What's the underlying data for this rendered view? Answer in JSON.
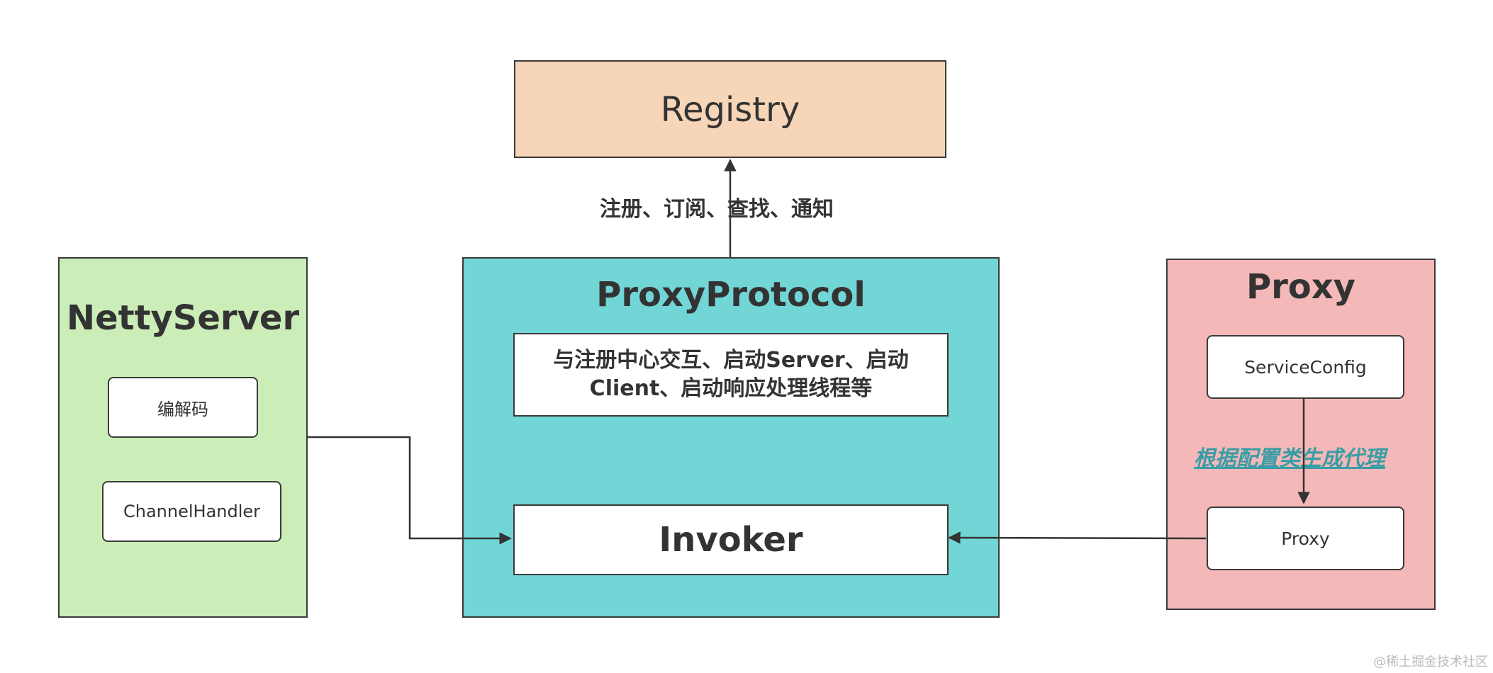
{
  "registry": {
    "title": "Registry",
    "color": "#f7d5b8"
  },
  "registry_edge_label": "注册、订阅、查找、通知",
  "netty_server": {
    "title": "NettyServer",
    "color": "#cbedb7",
    "items": [
      "编解码",
      "ChannelHandler"
    ]
  },
  "proxy_protocol": {
    "title": "ProxyProtocol",
    "color": "#72d5d6",
    "description_line1": "与注册中心交互、启动Server、启动",
    "description_line2": "Client、启动响应处理线程等",
    "invoker": "Invoker"
  },
  "proxy_group": {
    "title": "Proxy",
    "color": "#f4b8b8",
    "service_config": "ServiceConfig",
    "edge_label": "根据配置类生成代理",
    "edge_label_color": "#3a9da5",
    "proxy_item": "Proxy"
  },
  "watermark": "@稀土掘金技术社区"
}
